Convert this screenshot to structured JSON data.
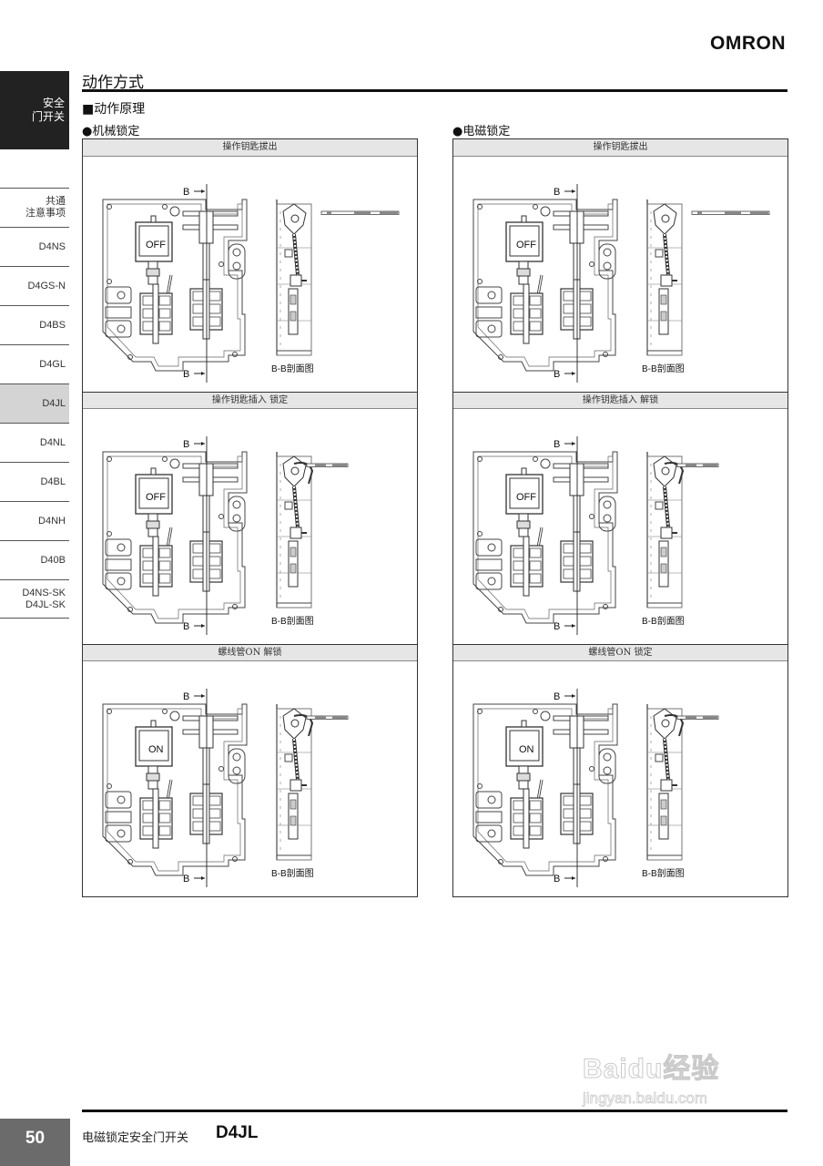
{
  "header": {
    "brand": "OMRON",
    "category_label_line1": "安全",
    "category_label_line2": "门开关"
  },
  "sidebar": {
    "items": [
      {
        "label_line1": "共通",
        "label_line2": "注意事项",
        "active": false
      },
      {
        "label_line1": "D4NS",
        "label_line2": "",
        "active": false
      },
      {
        "label_line1": "D4GS-N",
        "label_line2": "",
        "active": false
      },
      {
        "label_line1": "D4BS",
        "label_line2": "",
        "active": false
      },
      {
        "label_line1": "D4GL",
        "label_line2": "",
        "active": false
      },
      {
        "label_line1": "D4JL",
        "label_line2": "",
        "active": true
      },
      {
        "label_line1": "D4NL",
        "label_line2": "",
        "active": false
      },
      {
        "label_line1": "D4BL",
        "label_line2": "",
        "active": false
      },
      {
        "label_line1": "D4NH",
        "label_line2": "",
        "active": false
      },
      {
        "label_line1": "D40B",
        "label_line2": "",
        "active": false
      },
      {
        "label_line1": "D4NS-SK",
        "label_line2": "D4JL-SK",
        "active": false
      }
    ]
  },
  "main": {
    "section_title": "动作方式",
    "sub_title": "■动作原理",
    "columns": [
      {
        "label": "●机械锁定",
        "panels": [
          {
            "header": "操作钥匙拔出",
            "solenoid_state": "OFF",
            "section_mark_top": "B",
            "section_mark_bottom": "B",
            "caption": "B-B剖面图"
          },
          {
            "header": "操作钥匙插入  锁定",
            "solenoid_state": "OFF",
            "section_mark_top": "B",
            "section_mark_bottom": "B",
            "caption": "B-B剖面图"
          },
          {
            "header": "螺线管ON   解锁",
            "solenoid_state": "ON",
            "section_mark_top": "B",
            "section_mark_bottom": "B",
            "caption": "B-B剖面图"
          }
        ]
      },
      {
        "label": "●电磁锁定",
        "panels": [
          {
            "header": "操作钥匙拔出",
            "solenoid_state": "OFF",
            "section_mark_top": "B",
            "section_mark_bottom": "B",
            "caption": "B-B剖面图"
          },
          {
            "header": "操作钥匙插入    解锁",
            "solenoid_state": "OFF",
            "section_mark_top": "B",
            "section_mark_bottom": "B",
            "caption": "B-B剖面图"
          },
          {
            "header": "螺线管ON    锁定",
            "solenoid_state": "ON",
            "section_mark_top": "B",
            "section_mark_bottom": "B",
            "caption": "B-B剖面图"
          }
        ]
      }
    ]
  },
  "footer": {
    "page_number": "50",
    "title": "电磁锁定安全门开关",
    "model": "D4JL"
  },
  "watermark": {
    "main": "Baidu经验",
    "sub": "jingyan.baidu.com"
  },
  "colors": {
    "sidebar_dark": "#222222",
    "sidebar_active": "#d4d4d4",
    "panel_header": "#e6e6e6",
    "page_number_bg": "#6b6b6b"
  }
}
